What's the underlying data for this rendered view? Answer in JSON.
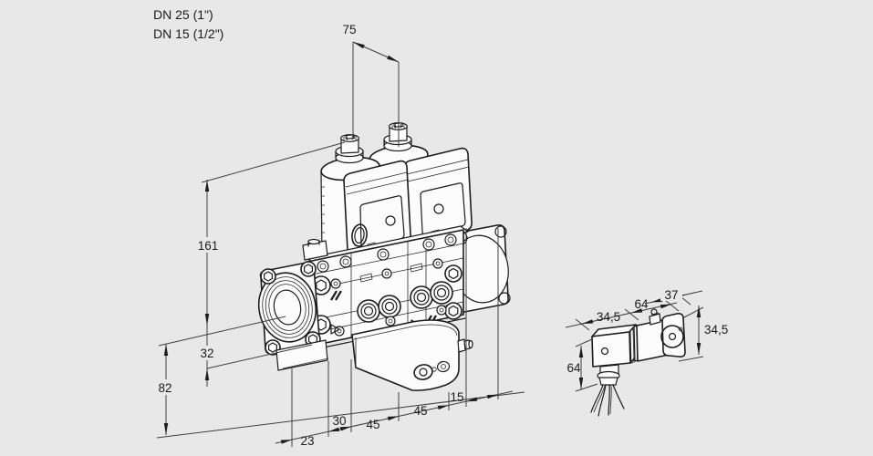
{
  "colors": {
    "background": "#e8e8e8",
    "drawing_line": "#1c1c1c",
    "dimension_line": "#3f3f3f",
    "surface_fill": "#fcfcfc"
  },
  "header": {
    "size_line1": "DN 25 (1\")",
    "size_line2": "DN 15 (1/2\")"
  },
  "main_view": {
    "dim_coil_spacing": "75",
    "dim_height_above_axis": "161",
    "dim_axis_to_body_bottom": "32",
    "dim_axis_to_lowest_point": "82",
    "bottom_chain": [
      "23",
      "30",
      "45",
      "45",
      "15"
    ]
  },
  "coil_view": {
    "dim_plug_width": "34,5",
    "dim_coil_length": "64",
    "dim_coil_depth": "37",
    "dim_coil_height": "34,5",
    "dim_plug_height": "64"
  }
}
